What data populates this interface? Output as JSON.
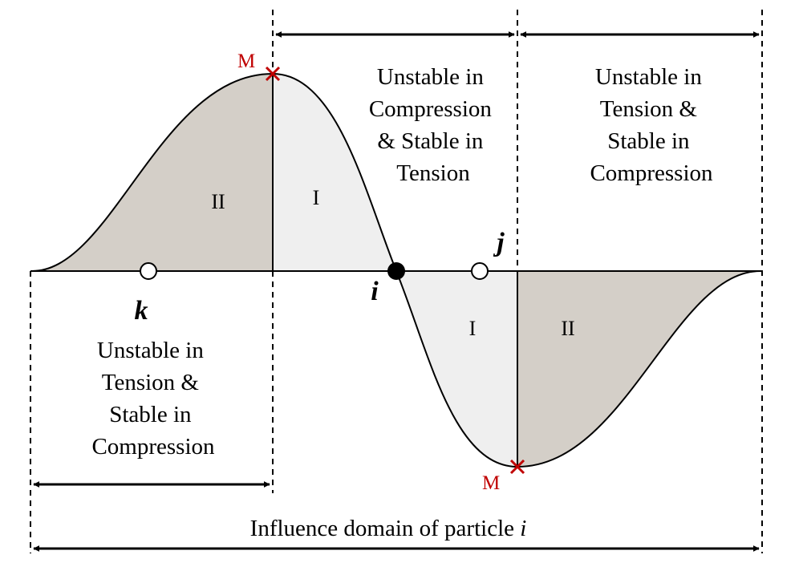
{
  "diagram": {
    "zones": {
      "left_desc": [
        "Unstable in",
        "Tension &",
        "Stable in",
        "Compression"
      ],
      "mid_desc": [
        "Unstable in",
        "Compression",
        "& Stable in",
        "Tension"
      ],
      "right_desc": [
        "Unstable in",
        "Tension &",
        "Stable in",
        "Compression"
      ]
    },
    "regions": {
      "upper_outer": "II",
      "upper_inner": "I",
      "lower_inner": "I",
      "lower_outer": "II"
    },
    "particles": {
      "k": "k",
      "i": "i",
      "j": "j"
    },
    "markers": {
      "top": "M",
      "bottom": "M"
    },
    "caption": {
      "text": "Influence domain of particle ",
      "italic": "i"
    },
    "colors": {
      "region_II": "#d4cfc8",
      "region_I": "#efefef",
      "marker": "#c00000",
      "curve": "#000000"
    }
  }
}
